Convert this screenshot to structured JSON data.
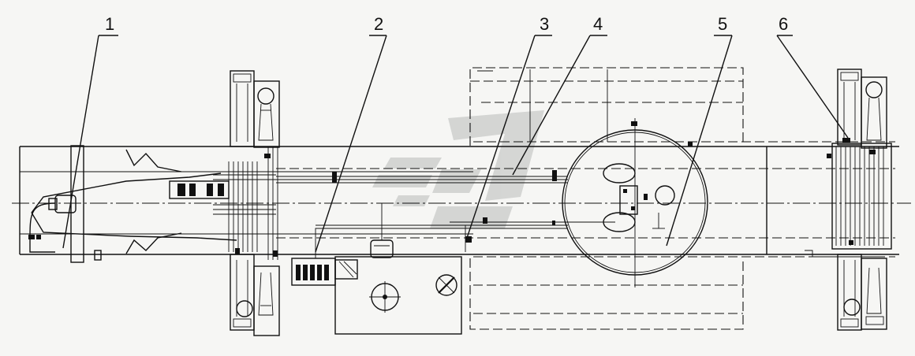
{
  "callouts": [
    {
      "id": "1",
      "label": "1"
    },
    {
      "id": "2",
      "label": "2"
    },
    {
      "id": "3",
      "label": "3"
    },
    {
      "id": "4",
      "label": "4"
    },
    {
      "id": "5",
      "label": "5"
    },
    {
      "id": "6",
      "label": "6"
    }
  ],
  "colors": {
    "ink": "#111111",
    "paper": "#f6f6f4",
    "watermark": "#c7c9c7"
  }
}
